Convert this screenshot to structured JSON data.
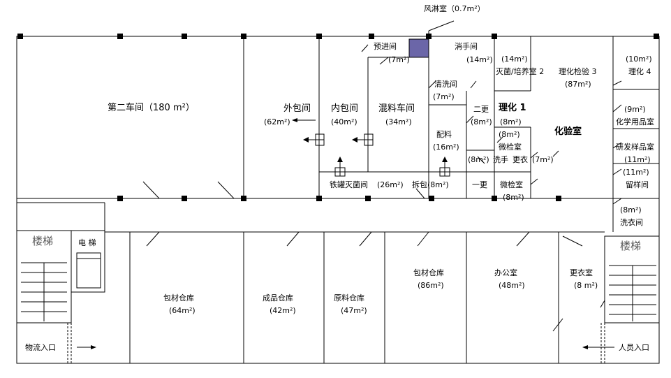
{
  "title": "风淋室（0.7m²）",
  "rooms": {
    "workshop2": "第二车间（180 m²）",
    "outer_pack": "外包间",
    "outer_pack_area": "(62m²)",
    "inner_pack": "内包间",
    "inner_pack_area": "(40m²)",
    "mixing": "混料车间",
    "mixing_area": "(34m²)",
    "pre_entry": "预进间",
    "pre_entry_area": "(7m²)",
    "disinfect": "消手间",
    "disinfect_area": "(14m²)",
    "wash": "清洗间",
    "wash_area": "(7m²)",
    "second_change": "二更",
    "second_change_area": "(8m²)",
    "batching": "配料",
    "batching_area": "(16m²)",
    "batching_small_area": "(8m²)",
    "first_change": "一更",
    "can_sterilize": "铁罐灭菌间",
    "can_sterilize_area": "(26m²)",
    "unpack": "拆包(8m²)",
    "culture_area": "(14m²)",
    "culture": "灭菌/培养室 2",
    "phys_chem1": "理化 1",
    "phys_chem1_area": "(8m²)",
    "micro_area_top": "(8m²)",
    "micro_top": "微检室",
    "wash_hands": "洗手",
    "change": "更衣",
    "change_area": "(7m²)",
    "micro_bottom": "微检室",
    "micro_bottom_area": "(8m²)",
    "phys_chem3": "理化检验 3",
    "phys_chem3_area": "(87m²)",
    "lab": "化验室",
    "phys_chem4_area": "(10m²)",
    "phys_chem4": "理化 4",
    "chem_store_area": "(9m²)",
    "chem_store": "化学用品室",
    "rd_sample": "研发样品室",
    "rd_sample_area": "(11m²)",
    "retain_area": "(11m²)",
    "retain": "留样间",
    "laundry_area": "(8m²)",
    "laundry": "洗衣间",
    "stairs_left": "楼梯",
    "elevator": "电 梯",
    "stairs_right": "楼梯",
    "pack_store1": "包材仓库",
    "pack_store1_area": "(64m²)",
    "finished_store": "成品仓库",
    "finished_store_area": "(42m²)",
    "raw_store": "原料仓库",
    "raw_store_area": "(47m²)",
    "pack_store2": "包材仓库",
    "pack_store2_area": "(86m²)",
    "office": "办公室",
    "office_area": "(48m²)",
    "locker": "更衣室",
    "locker_area": "(8 m²)",
    "logistics_entry": "物流入口",
    "staff_entry": "人员入口"
  },
  "colors": {
    "wall": "#000000",
    "air_shower": "#6b66a8"
  }
}
